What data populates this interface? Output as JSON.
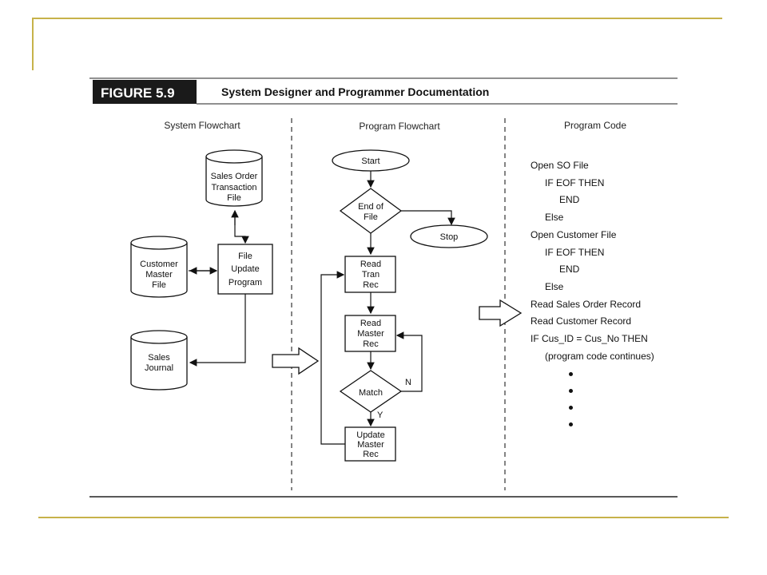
{
  "slide": {
    "accent_color": "#c7b24a"
  },
  "figure": {
    "label": "FIGURE 5.9",
    "title": "System Designer and Programmer Documentation",
    "columns": {
      "system": "System Flowchart",
      "program": "Program Flowchart",
      "code": "Program Code"
    }
  },
  "system_flowchart": {
    "sales_order_file": [
      "Sales Order",
      "Transaction",
      "File"
    ],
    "file_update_program": [
      "File",
      "Update",
      "Program"
    ],
    "customer_master_file": [
      "Customer",
      "Master",
      "File"
    ],
    "sales_journal": [
      "Sales",
      "Journal"
    ]
  },
  "program_flowchart": {
    "start": "Start",
    "end_of_file": [
      "End of",
      "File"
    ],
    "stop": "Stop",
    "read_tran_rec": [
      "Read",
      "Tran",
      "Rec"
    ],
    "read_master_rec": [
      "Read",
      "Master",
      "Rec"
    ],
    "match": "Match",
    "match_no": "N",
    "match_yes": "Y",
    "update_master_rec": [
      "Update",
      "Master",
      "Rec"
    ]
  },
  "program_code": {
    "lines": [
      {
        "text": "Open SO File",
        "indent": 0
      },
      {
        "text": "IF EOF THEN",
        "indent": 1
      },
      {
        "text": "END",
        "indent": 2
      },
      {
        "text": "Else",
        "indent": 1
      },
      {
        "text": "Open Customer File",
        "indent": 0
      },
      {
        "text": "IF EOF THEN",
        "indent": 1
      },
      {
        "text": "END",
        "indent": 2
      },
      {
        "text": "Else",
        "indent": 1
      },
      {
        "text": "Read Sales Order Record",
        "indent": 0
      },
      {
        "text": "Read Customer Record",
        "indent": 0
      },
      {
        "text": "IF Cus_ID = Cus_No THEN",
        "indent": 0
      },
      {
        "text": "(program code continues)",
        "indent": 1
      }
    ],
    "continuation_dots": 4
  }
}
